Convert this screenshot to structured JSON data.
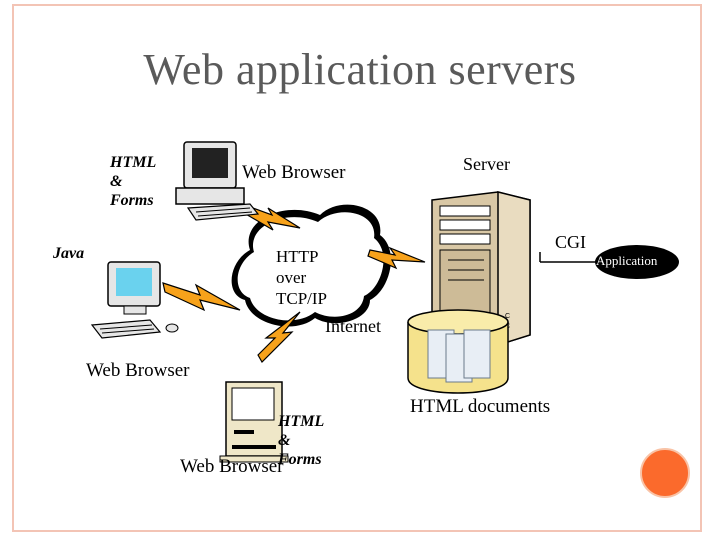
{
  "title": "Web application servers",
  "labels": {
    "html_forms_top": [
      "HTML",
      "&",
      "Forms"
    ],
    "web_browser_top": "Web Browser",
    "java": "Java",
    "server": "Server",
    "cgi": "CGI",
    "application": "Application",
    "http_over_tcpip": [
      "HTTP",
      "over",
      "TCP/IP"
    ],
    "internet": "Internet",
    "web_browser_left": "Web Browser",
    "html_documents": "HTML documents",
    "html_forms_bottom": [
      "HTML",
      "&",
      "Forms"
    ],
    "web_browser_bottom": "Web Browser"
  },
  "colors": {
    "frame": "#f3c4b5",
    "lightning": "#f7a21b",
    "cloud": "#000000",
    "server_body": "#d9c8a6",
    "db_cylinder": "#f5e28c",
    "accent_dot": "#fb6a2c"
  },
  "icons": [
    "desktop-computer-icon",
    "java-workstation-icon",
    "mac-computer-icon",
    "server-tower-icon",
    "database-icon",
    "lightning-bolt-icon"
  ]
}
